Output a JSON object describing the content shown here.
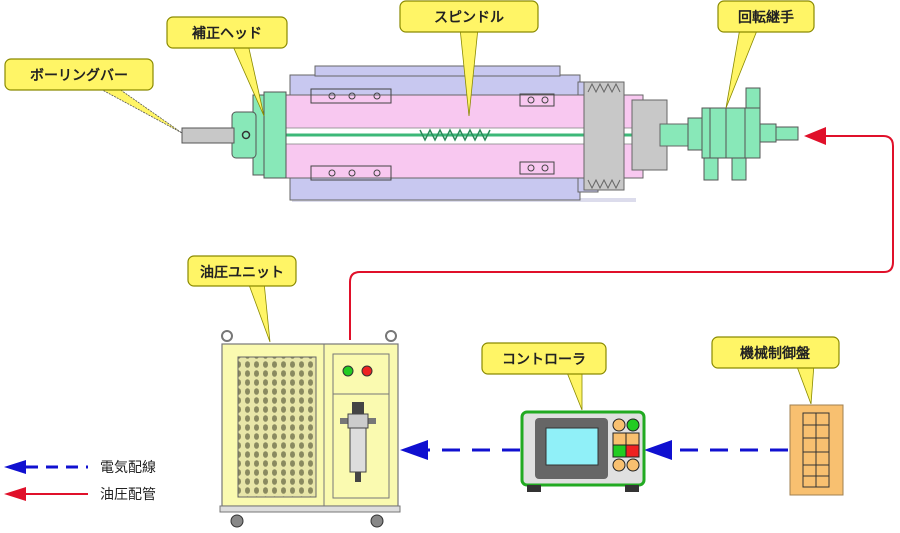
{
  "title": "Boring system configuration diagram",
  "callouts": {
    "boring_bar": "ボーリングバー",
    "correction_head": "補正ヘッド",
    "spindle": "スピンドル",
    "rotary_joint": "回転継手",
    "hydraulic_unit": "油圧ユニット",
    "controller": "コントローラ",
    "machine_control_panel": "機械制御盤"
  },
  "legend": {
    "items": [
      {
        "label": "電気配線",
        "style": "dashed",
        "color": "#1010d0"
      },
      {
        "label": "油圧配管",
        "style": "solid",
        "color": "#e0102a"
      }
    ]
  },
  "connections": [
    {
      "from": "machine_control_panel",
      "to": "controller",
      "type": "電気配線"
    },
    {
      "from": "controller",
      "to": "hydraulic_unit",
      "type": "電気配線"
    },
    {
      "from": "hydraulic_unit",
      "to": "rotary_joint",
      "type": "油圧配管"
    }
  ],
  "colors": {
    "callout_fill": "#fff566",
    "callout_stroke": "#8a8a00",
    "electric": "#1010d0",
    "hydraulic": "#e0102a",
    "spindle_pink": "#f8c8f0",
    "housing_purple": "#c8c8f0",
    "green_part": "#88e8b8",
    "unit_yellow": "#fafab0",
    "panel_orange": "#f8c070"
  }
}
